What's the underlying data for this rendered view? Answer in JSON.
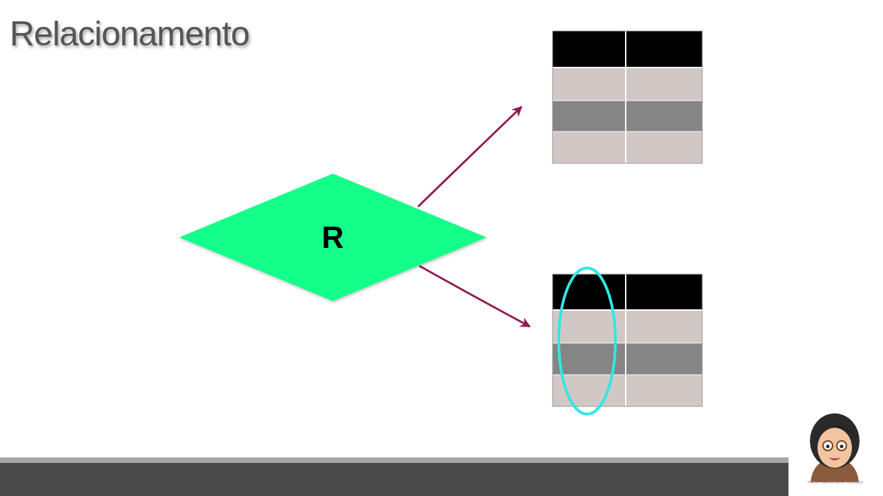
{
  "diagram": {
    "title": "Relacionamento",
    "nodes": [
      {
        "text": [
          "R"
        ]
      }
    ],
    "labels": [
      "PROF. MARISTELA HOLANDA"
    ]
  }
}
